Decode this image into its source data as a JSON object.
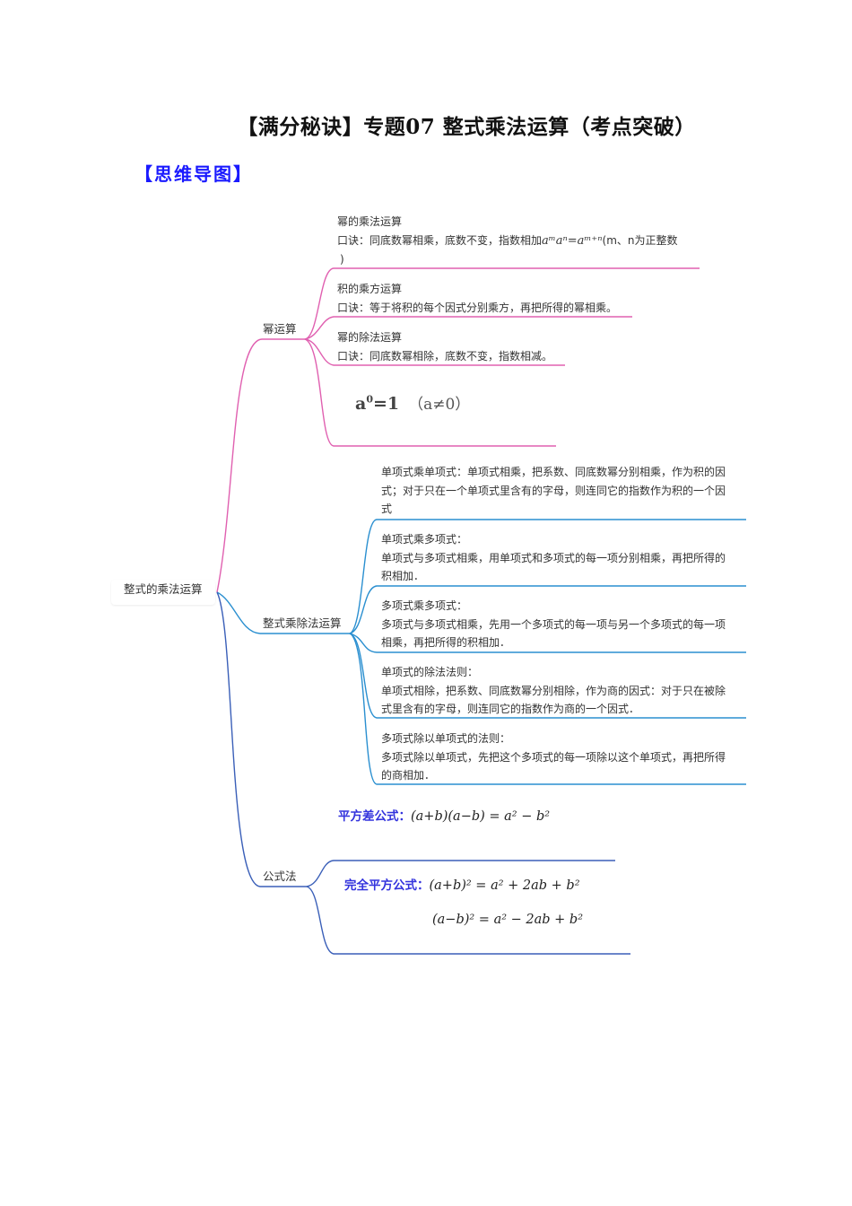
{
  "document": {
    "title": "【满分秘诀】专题07  整式乘法运算（考点突破）",
    "section_heading": "【思维导图】",
    "colors": {
      "title": "#111111",
      "section_heading": "#1a1aff",
      "branch_power": "#e060b0",
      "branch_polynomial": "#2a8fd0",
      "branch_formula": "#3a5fb8",
      "formula_label": "#3333dd"
    }
  },
  "mindmap": {
    "root": "整式的乘法运算",
    "branches": [
      {
        "label": "幂运算",
        "children": [
          {
            "title": "幂的乘法运算",
            "rule_prefix": "口诀：同底数幂相乘，底数不变，指数相加",
            "formula": "aᵐaⁿ=aᵐ⁺ⁿ",
            "rule_suffix": "(m、n为正整数",
            "rule_tail": ")"
          },
          {
            "title": "积的乘方运算",
            "rule": "口诀：等于将积的每个因式分别乘方，再把所得的幂相乘。"
          },
          {
            "title": "幂的除法运算",
            "rule": "口诀：同底数幂相除，底数不变，指数相减。"
          },
          {
            "formula_main": "a",
            "formula_exp": "0",
            "formula_rhs": "=1",
            "condition": "（a≠0）"
          }
        ]
      },
      {
        "label": "整式乘除法运算",
        "children": [
          {
            "lines": [
              "单项式乘单项式：单项式相乘，把系数、同底数幂分别相乘，作为积的因",
              "式；对于只在一个单项式里含有的字母，则连同它的指数作为积的一个因",
              "式"
            ]
          },
          {
            "lines": [
              "单项式乘多项式：",
              "单项式与多项式相乘，用单项式和多项式的每一项分别相乘，再把所得的",
              "积相加．"
            ]
          },
          {
            "lines": [
              "多项式乘多项式：",
              "多项式与多项式相乘，先用一个多项式的每一项与另一个多项式的每一项",
              "相乘，再把所得的积相加．"
            ]
          },
          {
            "lines": [
              "单项式的除法法则：",
              "单项式相除，把系数、同底数幂分别相除，作为商的因式：对于只在被除",
              "式里含有的字母，则连同它的指数作为商的一个因式．"
            ]
          },
          {
            "lines": [
              "多项式除以单项式的法则：",
              "多项式除以单项式，先把这个多项式的每一项除以这个单项式，再把所得",
              "的商相加．"
            ]
          }
        ]
      },
      {
        "label": "公式法",
        "children": [
          {
            "label": "平方差公式：",
            "formula": "(a+b)(a−b) = a² − b²"
          },
          {
            "label": "完全平方公式：",
            "formula_1": "(a+b)² = a² + 2ab + b²",
            "formula_2": "(a−b)² = a² − 2ab + b²"
          }
        ]
      }
    ]
  }
}
